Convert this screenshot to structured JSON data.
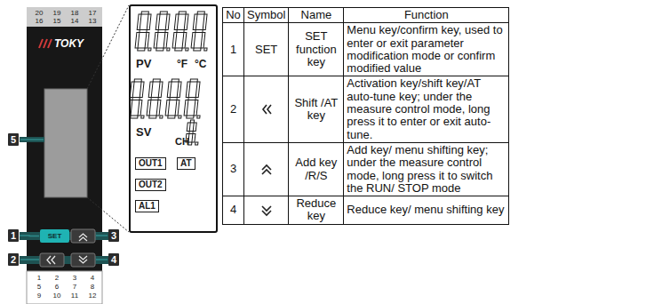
{
  "diagram": {
    "nodes": [
      {
        "text": [
          "PV",
          "°F",
          "°C",
          "SV",
          "CH"
        ]
      },
      {
        "text": [
          "OUT1"
        ],
        "in": 0
      },
      {
        "text": [
          "AT"
        ],
        "in": 0
      },
      {
        "text": [
          "OUT2"
        ],
        "in": 0
      },
      {
        "text": [
          "AL1"
        ],
        "in": 0
      },
      {
        "text": [
          "5"
        ]
      },
      {
        "text": [
          "1"
        ]
      },
      {
        "text": [
          "SET"
        ]
      },
      {
        "text": [
          "3"
        ]
      },
      {
        "text": [
          "2"
        ]
      },
      {
        "text": [
          "4"
        ]
      }
    ],
    "edges": [
      {
        "from": 6,
        "to": 7,
        "arrow": "none"
      }
    ],
    "labels": [
      "20",
      "19",
      "18",
      "17",
      "16",
      "15",
      "14",
      "13",
      "TOKY",
      "1",
      "2",
      "3",
      "4",
      "5",
      "6",
      "7",
      "8",
      "9",
      "10",
      "11",
      "12",
      "No",
      "Symbol",
      "Name",
      "Function",
      "1",
      "SET",
      "SET function key",
      "Menu key/confirm key, used to enter or exit parameter modification mode or confirm modified value",
      "2",
      "Shift /AT key",
      "Activation key/shift key/AT auto-tune key; under the measure control mode, long press it to enter or exit auto-tune.",
      "3",
      "Add key /R/S",
      "Add key/ menu shifting key; under the measure control mode, long press it to switch the RUN/ STOP mode",
      "4",
      "Reduce key",
      "Reduce key/ menu shifting key"
    ]
  }
}
